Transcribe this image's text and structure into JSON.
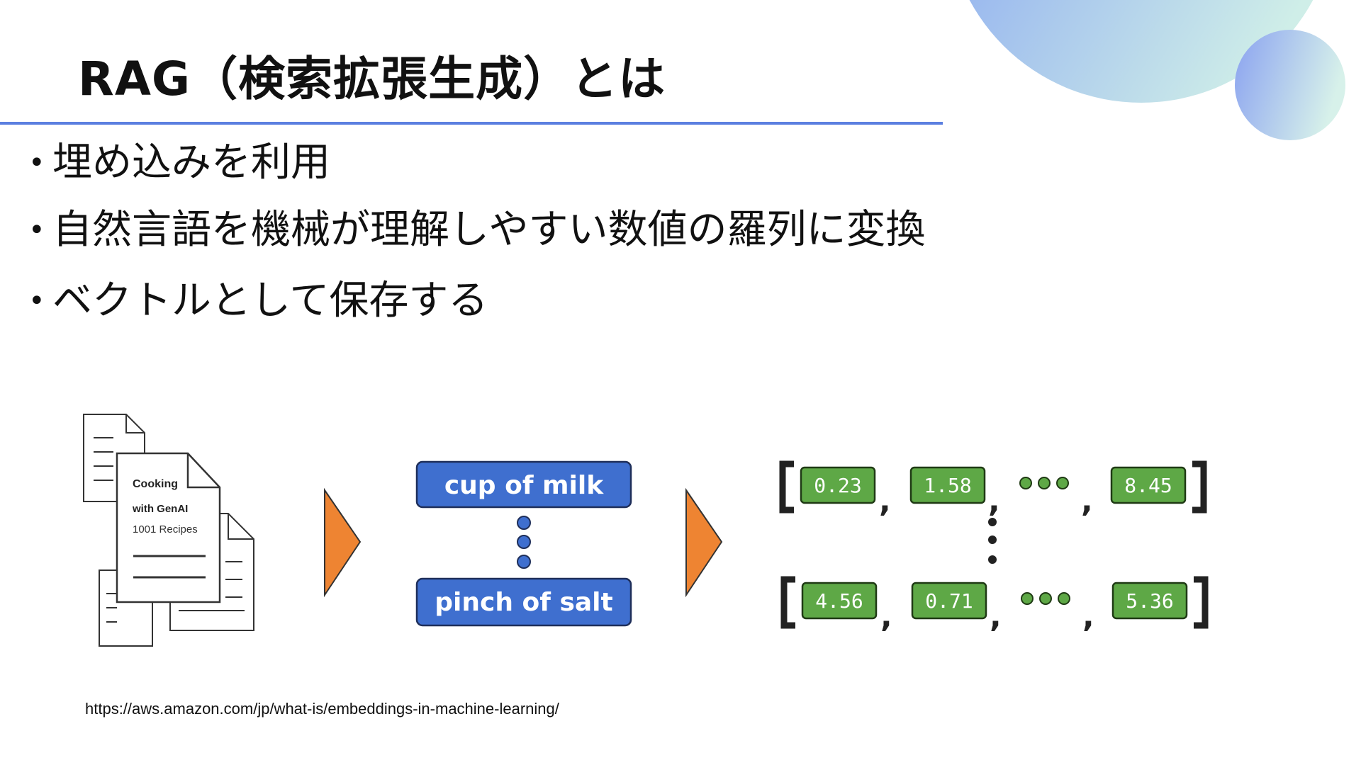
{
  "title": "RAG（検索拡張生成）とは",
  "bullets": [
    "埋め込みを利用",
    "自然言語を機械が理解しやすい数値の羅列に変換",
    "ベクトルとして保存する"
  ],
  "diagram": {
    "document": {
      "title_line1": "Cooking",
      "title_line2": "with GenAI",
      "subtitle": "1001 Recipes"
    },
    "phrases": [
      "cup of milk",
      "pinch of salt"
    ],
    "vectors": [
      [
        "0.23",
        "1.58",
        "8.45"
      ],
      [
        "4.56",
        "0.71",
        "5.36"
      ]
    ],
    "colors": {
      "phrase_box": "#3f6fcf",
      "number_box": "#5ea846",
      "arrow": "#ee8432",
      "accent_line": "#5b7fe0"
    }
  },
  "source_url": "https://aws.amazon.com/jp/what-is/embeddings-in-machine-learning/"
}
